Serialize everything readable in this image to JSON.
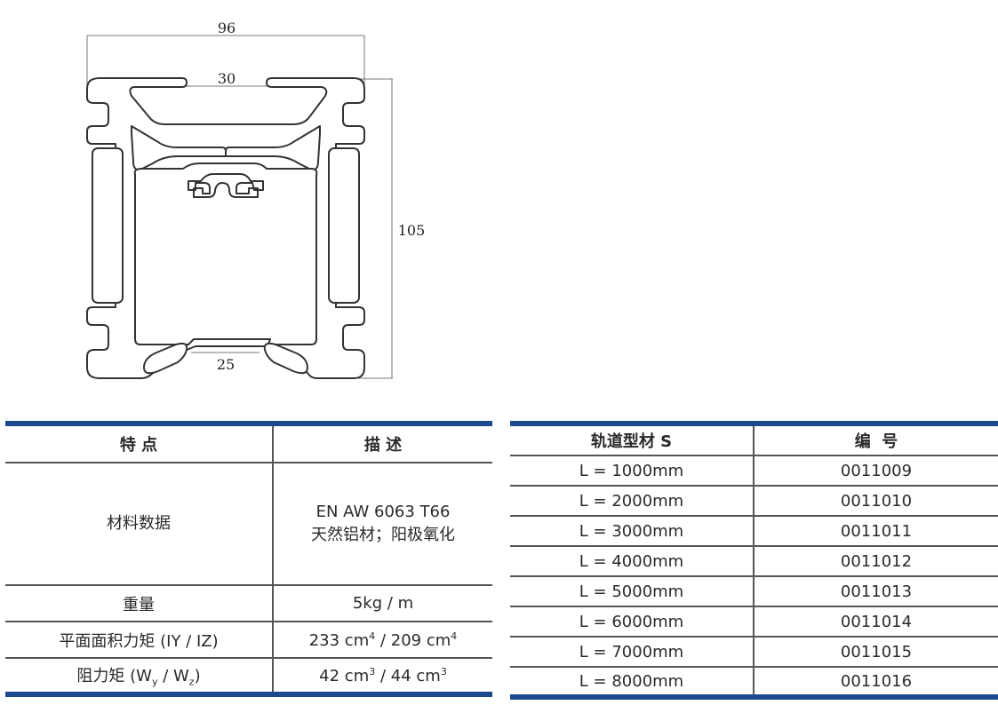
{
  "drawing": {
    "dim_width": "96",
    "dim_slot_top": "30",
    "dim_height": "105",
    "dim_slot_bottom": "25"
  },
  "spec_table": {
    "header_feature": "特 点",
    "header_desc": "描 述",
    "rows": [
      {
        "feature": "材料数据",
        "desc_line1": "EN AW 6063 T66",
        "desc_line2": "天然铝材；阳极氧化"
      },
      {
        "feature": "重量",
        "desc": "5kg / m"
      },
      {
        "feature_prefix": "平面面积力矩 (IY / IZ)",
        "desc_a": "233 cm",
        "desc_a_sup": "4",
        "desc_sep": " / 209 cm",
        "desc_b_sup": "4"
      },
      {
        "feature_prefix": "阻力矩 (W",
        "feature_sub1": "y",
        "feature_mid": " / W",
        "feature_sub2": "z",
        "feature_suffix": ")",
        "desc_a": "42 cm",
        "desc_a_sup": "3",
        "desc_sep": " / 44 cm",
        "desc_b_sup": "3"
      }
    ]
  },
  "parts_table": {
    "header_profile": "轨道型材 S",
    "header_code": "编  号",
    "rows": [
      {
        "length": "L = 1000mm",
        "code": "0011009"
      },
      {
        "length": "L = 2000mm",
        "code": "0011010"
      },
      {
        "length": "L = 3000mm",
        "code": "0011011"
      },
      {
        "length": "L = 4000mm",
        "code": "0011012"
      },
      {
        "length": "L = 5000mm",
        "code": "0011013"
      },
      {
        "length": "L = 6000mm",
        "code": "0011014"
      },
      {
        "length": "L = 7000mm",
        "code": "0011015"
      },
      {
        "length": "L = 8000mm",
        "code": "0011016"
      }
    ]
  }
}
